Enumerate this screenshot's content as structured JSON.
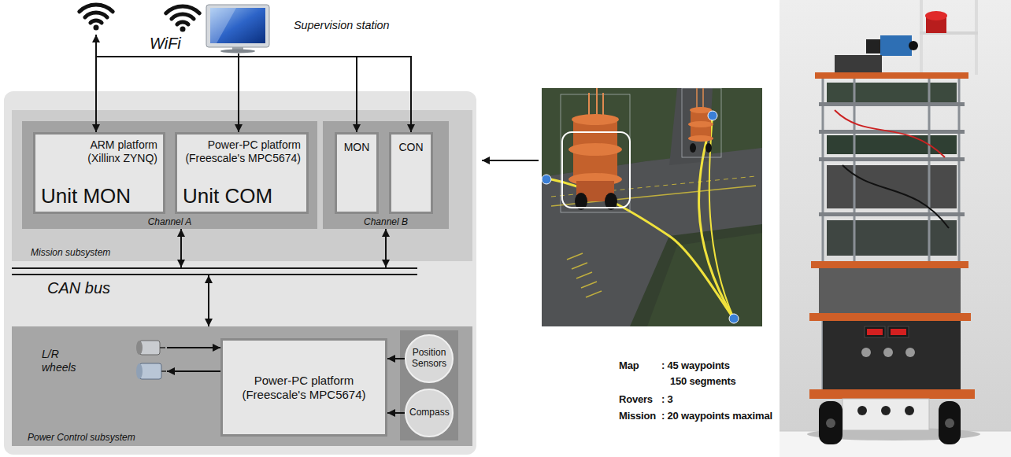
{
  "diagram": {
    "nodes": [
      {
        "text": [
          "Supervision station"
        ]
      },
      {
        "text": [
          "Mission subsystem"
        ]
      },
      {
        "text": [
          "Channel A"
        ],
        "in": 1
      },
      {
        "text": [
          "ARM platform (Xillinx ZYNQ)",
          "Unit MON"
        ],
        "in": 2
      },
      {
        "text": [
          "Power-PC platform (Freescale's MPC5674)",
          "Unit COM"
        ],
        "in": 2
      },
      {
        "text": [
          "Channel B"
        ],
        "in": 1
      },
      {
        "text": [
          "MON"
        ],
        "in": 5
      },
      {
        "text": [
          "CON"
        ],
        "in": 5
      },
      {
        "text": [
          "CAN bus"
        ]
      },
      {
        "text": [
          "Power Control subsystem"
        ]
      },
      {
        "text": [
          "L/R wheels"
        ],
        "in": 9
      },
      {
        "text": [
          "Power-PC platform (Freescale's MPC5674)"
        ],
        "in": 9
      },
      {
        "text": [
          "Position Sensors"
        ],
        "in": 9
      },
      {
        "text": [
          "Compass"
        ],
        "in": 9
      }
    ],
    "edges": [
      {
        "from": 0,
        "to": 3,
        "arrow": "to"
      },
      {
        "from": 0,
        "to": 4,
        "arrow": "to"
      },
      {
        "from": 0,
        "to": 6,
        "arrow": "to"
      },
      {
        "from": 0,
        "to": 7,
        "arrow": "to"
      },
      {
        "from": 2,
        "to": 8,
        "arrow": "both"
      },
      {
        "from": 5,
        "to": 8,
        "arrow": "both"
      },
      {
        "from": 8,
        "to": 9,
        "arrow": "both"
      },
      {
        "from": 12,
        "to": 11,
        "arrow": "to"
      },
      {
        "from": 13,
        "to": 11,
        "arrow": "to"
      },
      {
        "from": 10,
        "to": 11,
        "arrow": "to"
      },
      {
        "from": 11,
        "to": 10,
        "arrow": "to"
      }
    ],
    "labels": [
      "WiFi",
      "Map",
      ": 45 waypoints",
      "150 segments",
      "Rovers",
      ": 3",
      "Mission",
      ": 20 waypoints maximal"
    ]
  }
}
